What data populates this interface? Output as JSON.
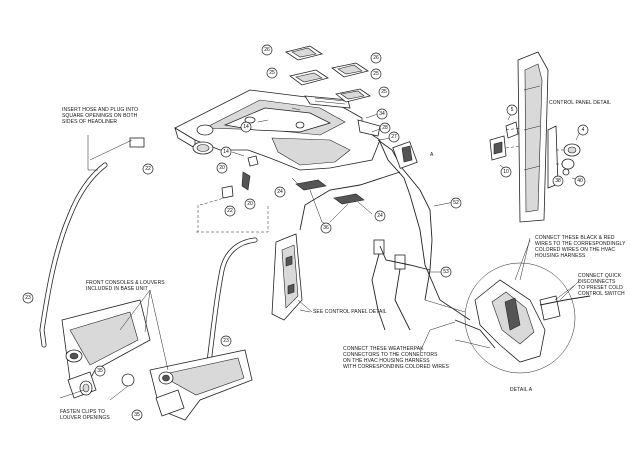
{
  "notes": {
    "insert_hose": "INSERT HOSE AND PLUG INTO\nSQUARE OPENINGS ON BOTH\nSIDES OF HEADLINER",
    "control_panel_detail": "CONTROL PANEL DETAIL",
    "connect_black_red": "CONNECT THESE BLACK & RED\nWIRES TO THE CORRESPONDINGLY\nCOLORED WIRES ON THE HVAC\nHOUSING HARNESS",
    "connect_quick": "CONNECT QUICK\nDISCONNECTS\nTO PRESET COLD\nCONTROL SWITCH",
    "front_consoles": "FRONT CONSOLES & LOUVERS\nINCLUDED IN BASE UNIT",
    "see_control_panel": "SEE CONTROL PANEL DETAIL",
    "connect_weatherpak": "CONNECT THESE WEATHERPAK\nCONNECTORS TO THE CONNECTORS\nON THE HVAC HOUSING HARNESS\nWITH CORRESPONDING COLORED WIRES",
    "fasten_clips": "FASTEN CLIPS TO\nLOUVER OPENINGS",
    "detail_a": "DETAIL A",
    "detail_a_marker": "A"
  },
  "callouts": [
    "26",
    "26",
    "25",
    "25",
    "25",
    "34",
    "14",
    "27",
    "28",
    "22",
    "14",
    "20",
    "24",
    "24",
    "22",
    "20",
    "36",
    "52",
    "53",
    "5",
    "4",
    "10",
    "38",
    "40",
    "23",
    "23",
    "35",
    "35"
  ]
}
